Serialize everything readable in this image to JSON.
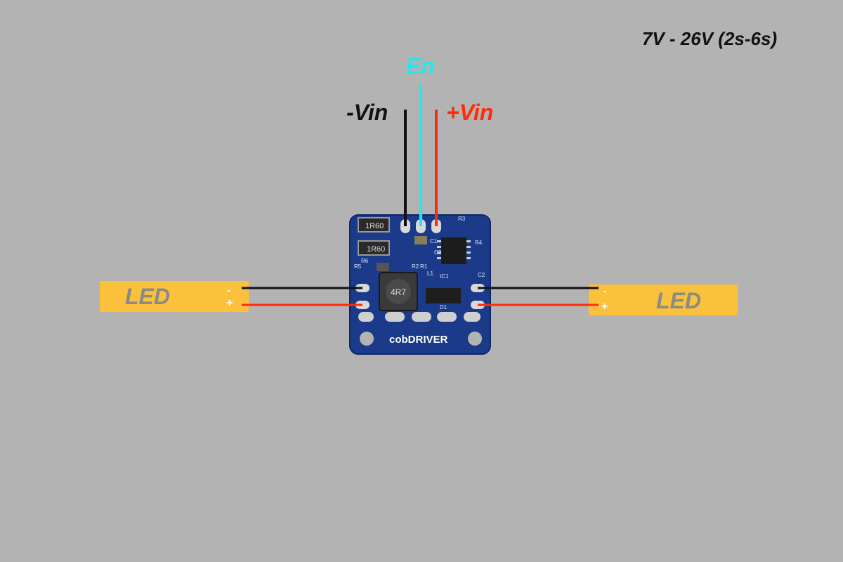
{
  "voltage_range": "7V - 26V (2s-6s)",
  "pins": {
    "en": "En",
    "vin_neg": "-Vin",
    "vin_pos": "+Vin"
  },
  "led_left": {
    "label": "LED",
    "minus": "-",
    "plus": "+"
  },
  "led_right": {
    "label": "LED",
    "minus": "-",
    "plus": "+"
  },
  "board": {
    "name": "cobDRIVER",
    "resistor_1": "1R60",
    "resistor_2": "1R60",
    "inductor": "4R7",
    "silkscreen": {
      "r3": "R3",
      "r4": "R4",
      "r5": "R5",
      "r6": "R6",
      "c1": "C1",
      "c2": "C2",
      "c3": "C3",
      "ic1": "IC1",
      "r1": "R1",
      "r2": "R2",
      "l1": "L1",
      "d1": "D1"
    }
  },
  "colors": {
    "background": "#b3b3b3",
    "wire_black": "#111111",
    "wire_red": "#ff2a0a",
    "wire_cyan": "#22e8f0",
    "led_strip": "#fcc13a",
    "pcb": "#1b3a8a"
  }
}
